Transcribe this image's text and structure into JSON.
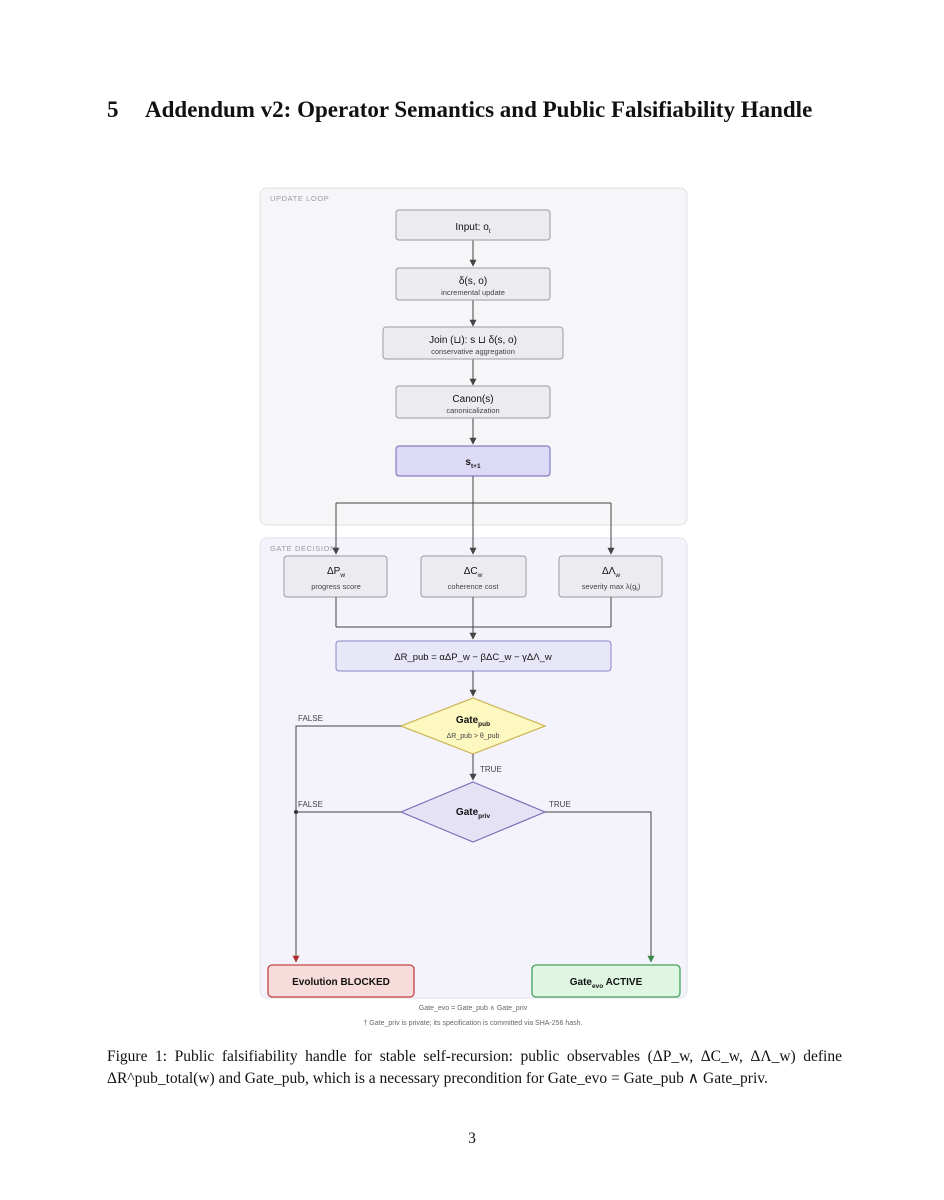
{
  "section": {
    "number": "5",
    "title": "Addendum v2: Operator Semantics and Public Falsifiability Handle"
  },
  "figure": {
    "update_loop_label": "UPDATE LOOP",
    "gate_decision_label": "GATE DECISION",
    "input_node": "Input: o",
    "input_sub": "t",
    "delta_title": "δ(s, o)",
    "delta_sub": "incremental update",
    "join_title": "Join (⊔): s ⊔ δ(s, o)",
    "join_sub": "conservative aggregation",
    "canon_title": "Canon(s)",
    "canon_sub": "canonicalization",
    "state_main": "s",
    "state_sub": "t+1",
    "dp_title": "ΔP",
    "dp_title_sub": "w",
    "dp_sub": "progress score",
    "dc_title": "ΔC",
    "dc_title_sub": "w",
    "dc_sub": "coherence cost",
    "dl_title": "ΔΛ",
    "dl_title_sub": "w",
    "dl_sub": "severity max λ(g",
    "dl_sub_sub": "t",
    "dl_sub_end": ")",
    "formula": "ΔR_pub = αΔP_w − βΔC_w − γΔΛ_w",
    "gate_pub": "Gate",
    "gate_pub_sub": "pub",
    "gate_pub_cond": "ΔR_pub > θ_pub",
    "gate_priv": "Gate",
    "gate_priv_sub": "priv",
    "false_1": "FALSE",
    "false_2": "FALSE",
    "true_1": "TRUE",
    "true_2": "TRUE",
    "blocked": "Evolution BLOCKED",
    "active": "Gate",
    "active_sub": "evo",
    "active_end": " ACTIVE",
    "footnote_1": "Gate_evo = Gate_pub ∧ Gate_priv",
    "footnote_2": "† Gate_priv is private; its specification is committed via SHA-256 hash."
  },
  "caption": {
    "label": "Figure 1:",
    "text": "Public falsifiability handle for stable self-recursion: public observables (ΔP_w, ΔC_w, ΔΛ_w) define ΔR^pub_total(w) and Gate_pub, which is a necessary precondition for Gate_evo = Gate_pub ∧ Gate_priv."
  },
  "page_number": "3",
  "colors": {
    "node_fill": "#ececf0",
    "node_stroke": "#9a9aa2",
    "state_fill": "#dcdaf6",
    "state_stroke": "#6c66b8",
    "formula_fill": "#e8e7f8",
    "gate_pub_fill": "#fdf7c0",
    "gate_pub_stroke": "#c9b24e",
    "gate_priv_fill": "#e6e2f6",
    "gate_priv_stroke": "#7b6fb8",
    "blocked_fill": "#f8dcdc",
    "blocked_stroke": "#c44444",
    "active_fill": "#dff6e2",
    "active_stroke": "#46a05a",
    "panel_fill": "#f6f6f8",
    "gate_panel_fill": "#f4f3fb"
  }
}
